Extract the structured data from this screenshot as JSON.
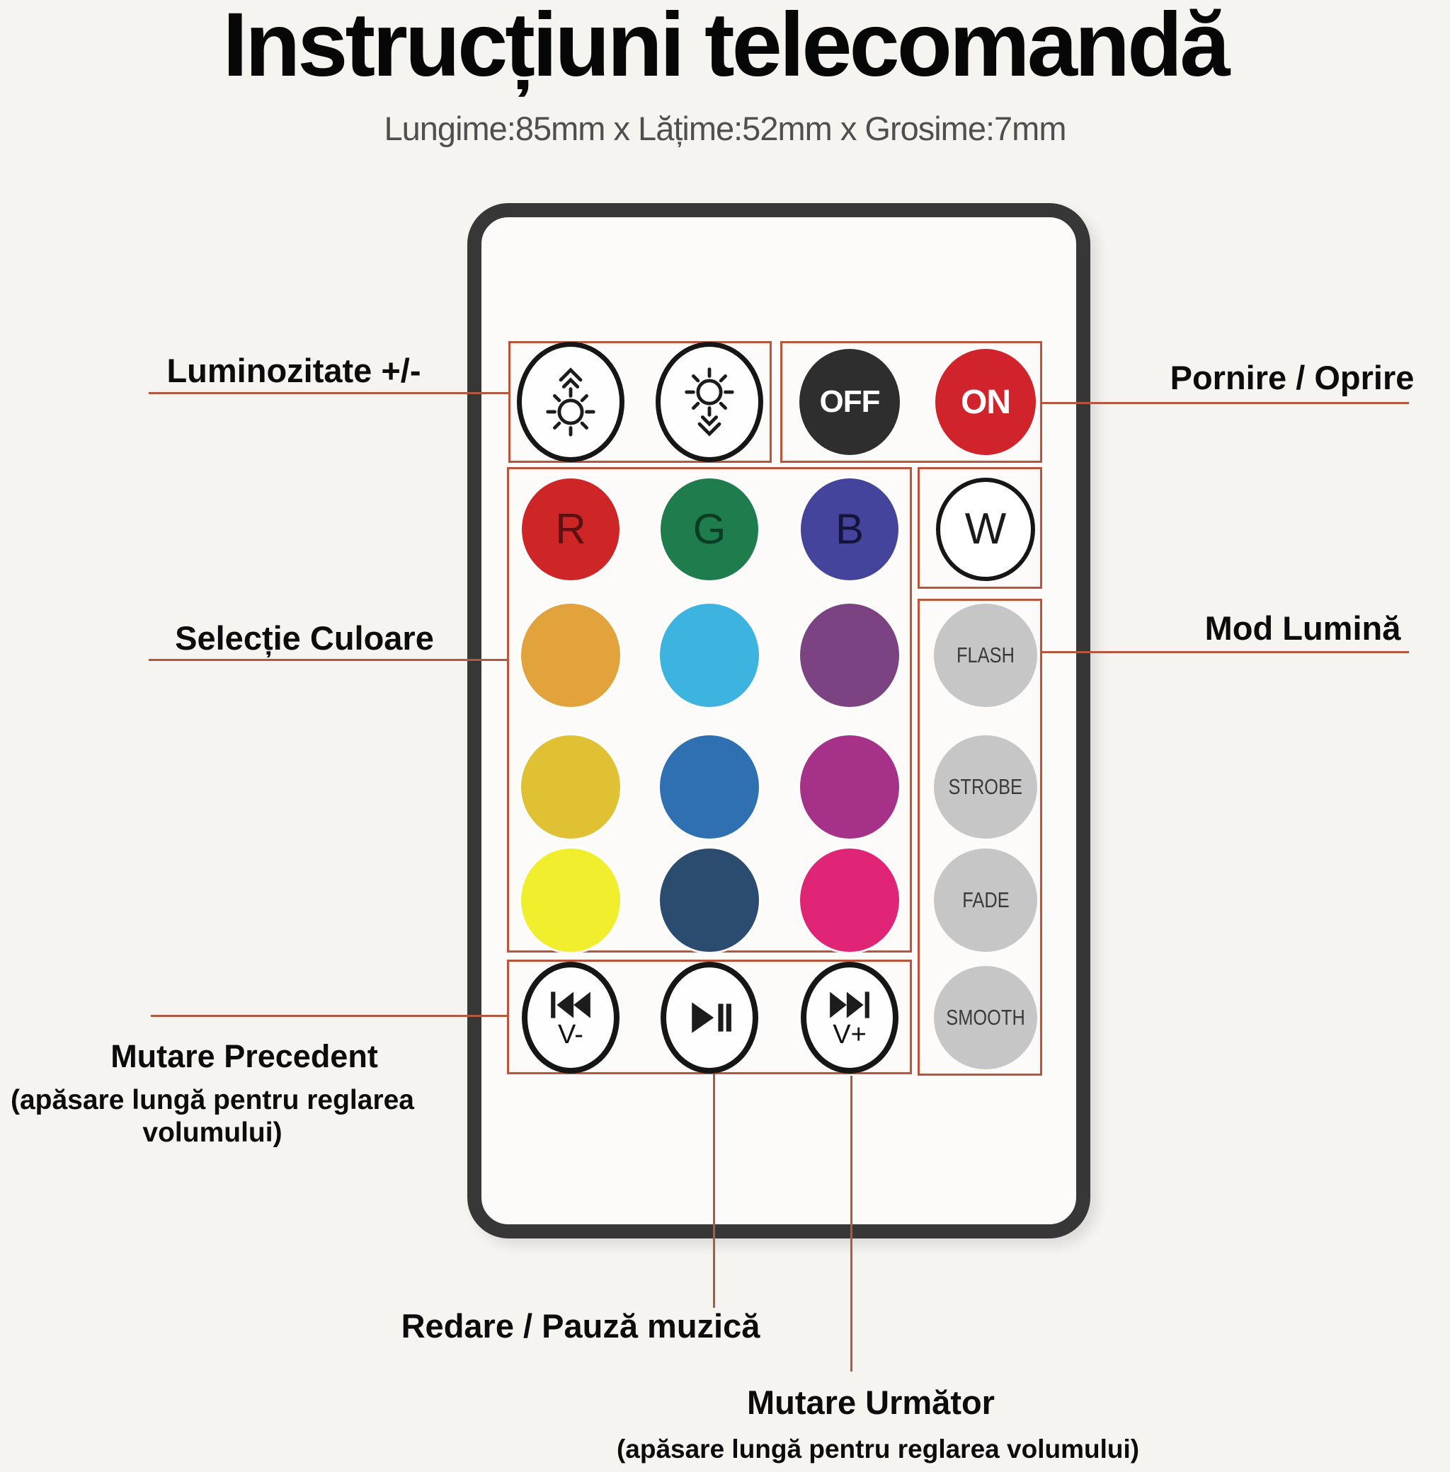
{
  "title": "Instrucțiuni telecomandă",
  "subtitle": "Lungime:85mm x Lățime:52mm x Grosime:7mm",
  "theme": {
    "accent_line": "#b5573f",
    "remote_border": "#373737",
    "page_bg": "#f6f4f1",
    "mode_button_bg": "#c6c6c6"
  },
  "annotations": {
    "brightness": "Luminozitate +/-",
    "power": "Pornire / Oprire",
    "color_select": "Selecție Culoare",
    "light_mode": "Mod Lumină",
    "prev_title": "Mutare Precedent",
    "prev_sub": "(apăsare lungă pentru reglarea volumului)",
    "play_title": "Redare / Pauză muzică",
    "next_title": "Mutare Următor",
    "next_sub": "(apăsare lungă pentru reglarea volumului)"
  },
  "remote": {
    "icons": {
      "brightness_up": "sun-up",
      "brightness_down": "sun-down",
      "prev": "skip-back",
      "play": "play-pause",
      "next": "skip-forward"
    },
    "power_buttons": {
      "off": {
        "label": "OFF",
        "bg": "#2e2e2e"
      },
      "on": {
        "label": "ON",
        "bg": "#d1232b"
      }
    },
    "rgbw": [
      {
        "label": "R",
        "bg": "#ce2527",
        "fg": "#5e1012"
      },
      {
        "label": "G",
        "bg": "#1e7c4d",
        "fg": "#0b3c24"
      },
      {
        "label": "B",
        "bg": "#45449c",
        "fg": "#14143c"
      },
      {
        "label": "W",
        "bg": "#ffffff",
        "fg": "#1a1a1a"
      }
    ],
    "color_swatches": [
      {
        "name": "orange",
        "bg": "#e2a23c"
      },
      {
        "name": "sky-blue",
        "bg": "#3db3e0"
      },
      {
        "name": "violet",
        "bg": "#7c4382"
      },
      {
        "name": "golden-yellow",
        "bg": "#e0c133"
      },
      {
        "name": "steel-blue",
        "bg": "#2f70b2"
      },
      {
        "name": "magenta",
        "bg": "#a53189"
      },
      {
        "name": "yellow",
        "bg": "#f1ee2d"
      },
      {
        "name": "navy-blue",
        "bg": "#2b4b6f"
      },
      {
        "name": "pink",
        "bg": "#e02577"
      }
    ],
    "mode_buttons": [
      {
        "label": "FLASH"
      },
      {
        "label": "STROBE"
      },
      {
        "label": "FADE"
      },
      {
        "label": "SMOOTH"
      }
    ],
    "media_buttons": {
      "prev_label": "V-",
      "next_label": "V+"
    }
  }
}
